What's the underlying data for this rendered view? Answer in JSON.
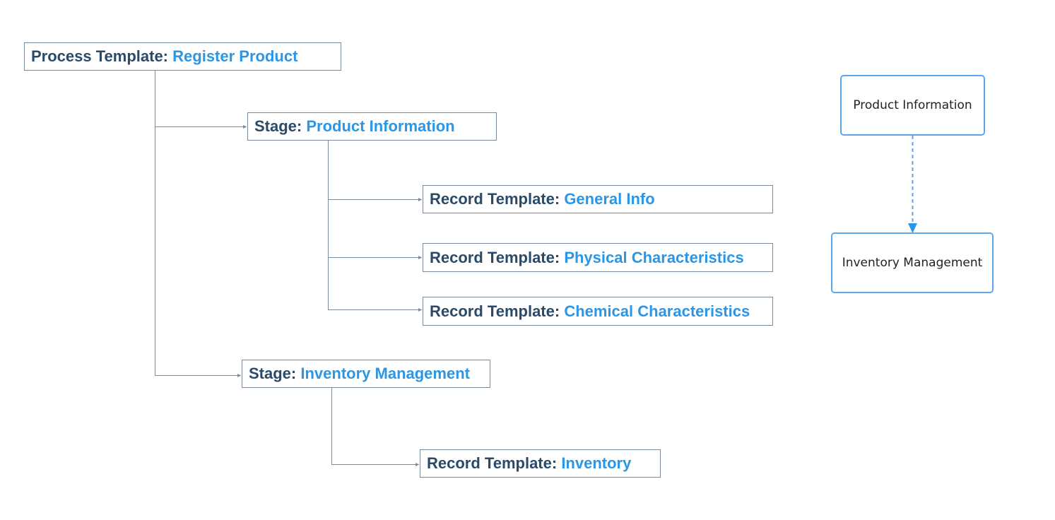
{
  "tree": {
    "process": {
      "prefix": "Process Template: ",
      "value": "Register Product"
    },
    "stage_1": {
      "prefix": "Stage: ",
      "value": "Product Information"
    },
    "record_1": {
      "prefix": "Record Template: ",
      "value": "General Info"
    },
    "record_2": {
      "prefix": "Record Template: ",
      "value": "Physical Characteristics"
    },
    "record_3": {
      "prefix": "Record Template: ",
      "value": "Chemical Characteristics"
    },
    "stage_2": {
      "prefix": "Stage: ",
      "value": "Inventory Management"
    },
    "record_4": {
      "prefix": "Record Template: ",
      "value": "Inventory"
    }
  },
  "flow": {
    "from": "Product Information",
    "to": "Inventory Management"
  },
  "colors": {
    "prefix_text": "#2a4a69",
    "value_text": "#2b96e6",
    "connector": "#7c8b99",
    "flow_accent": "#5ba6ee"
  }
}
